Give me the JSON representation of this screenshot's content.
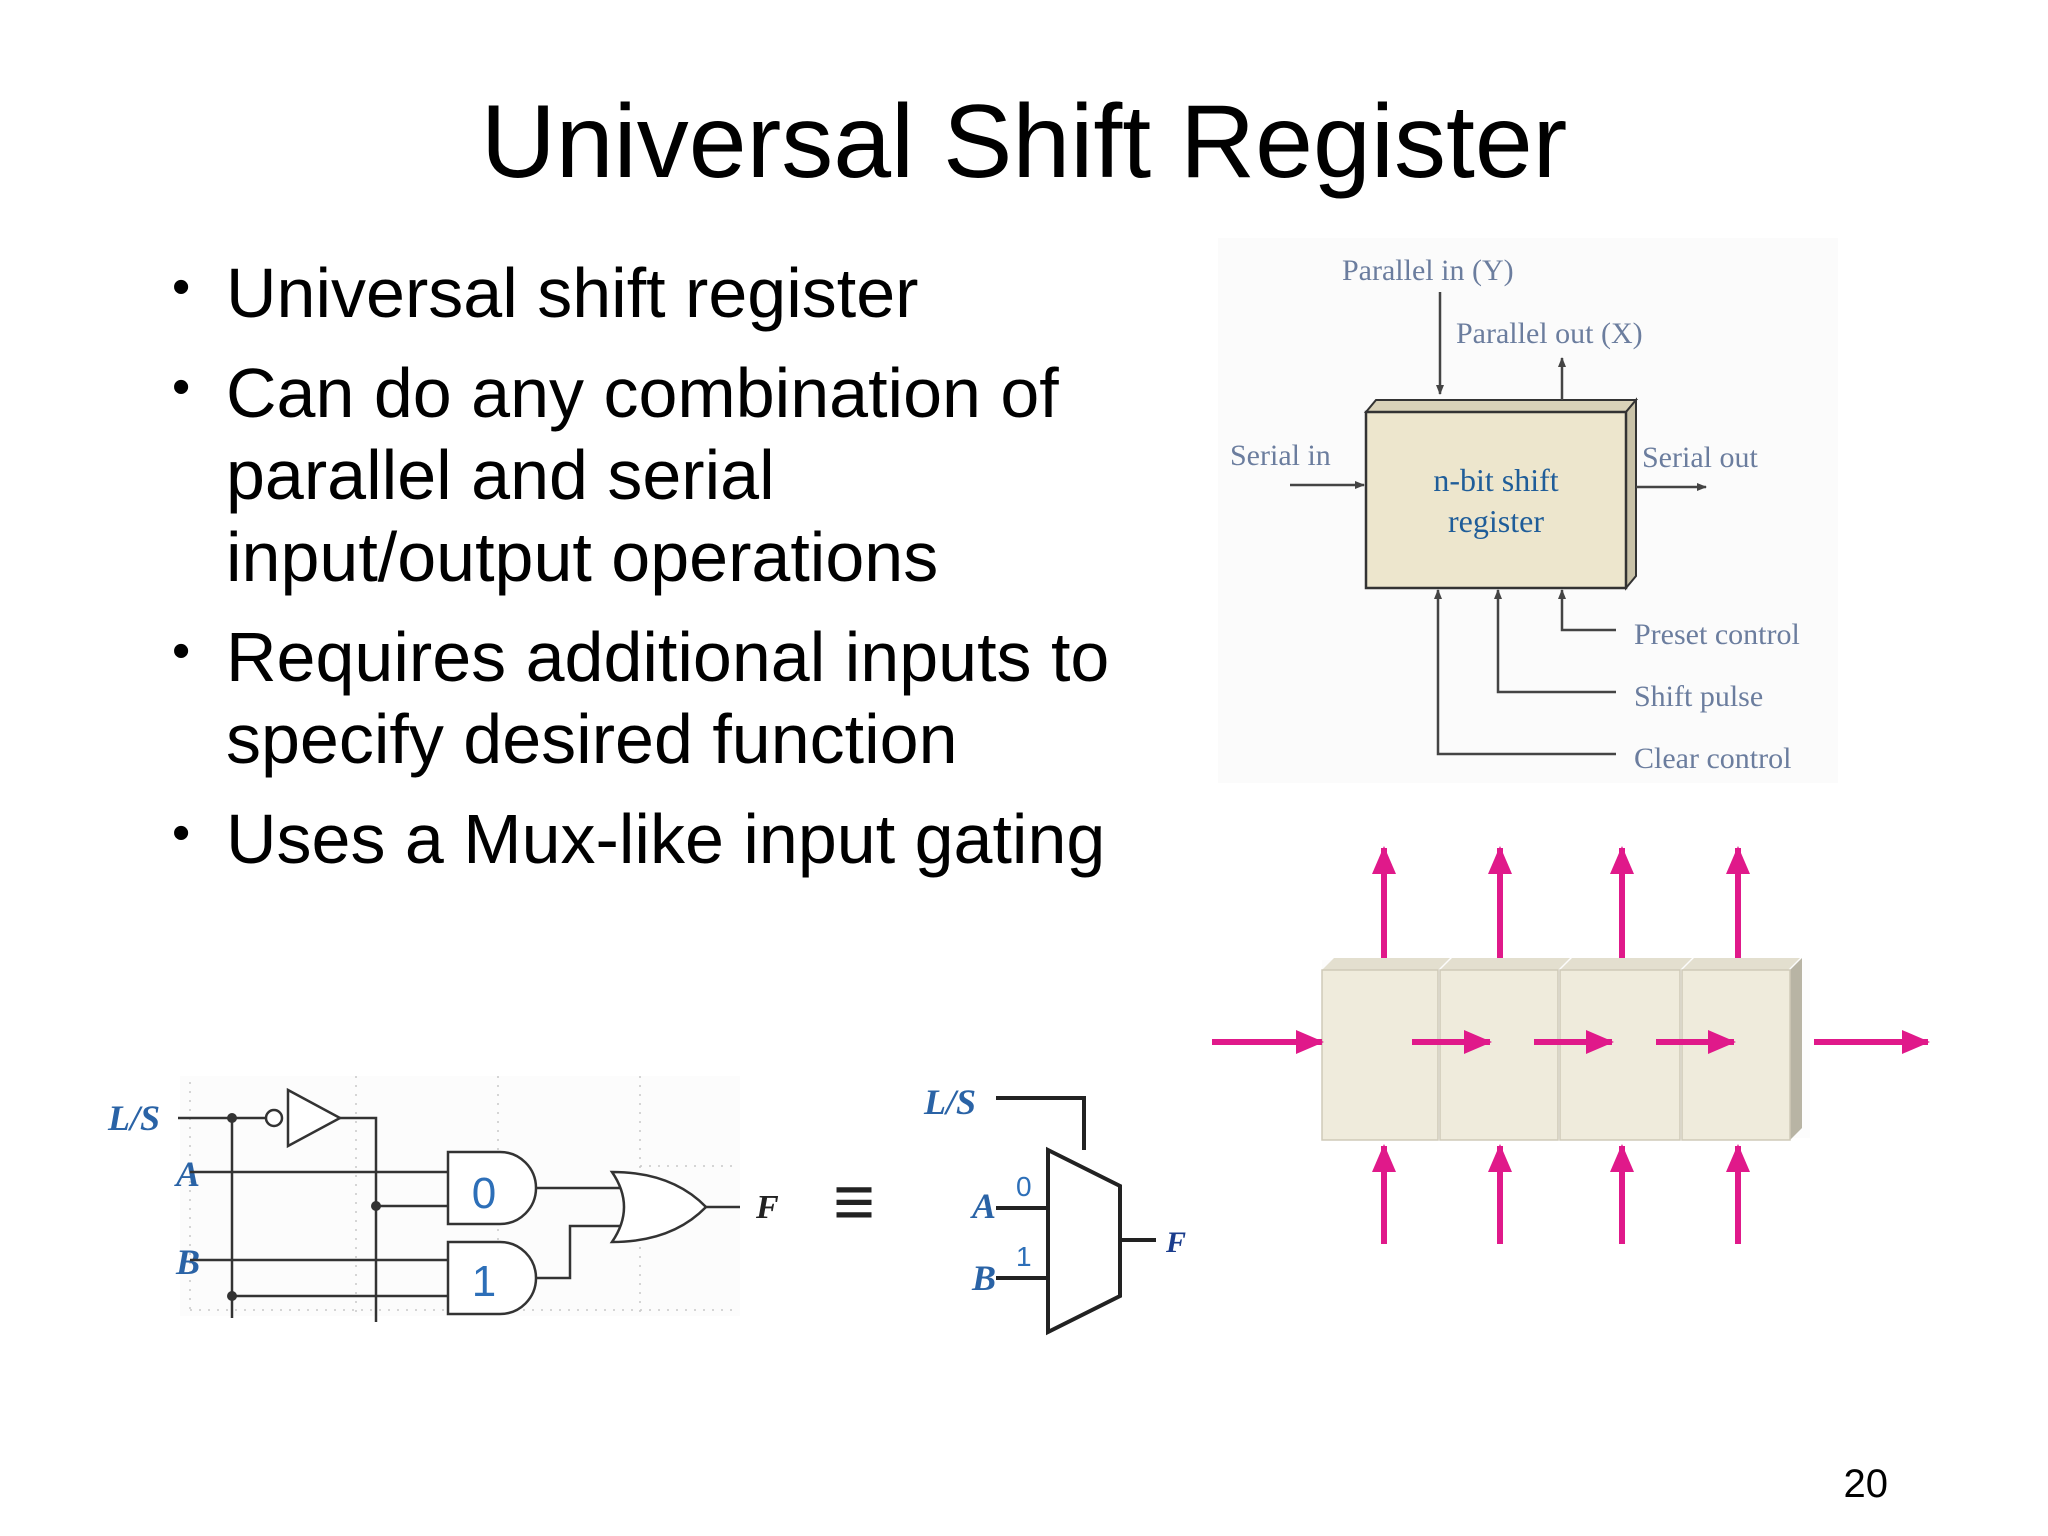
{
  "slide": {
    "title": "Universal Shift Register",
    "page_number": "20",
    "bullets": [
      "Universal shift register",
      "Can do any combination of parallel and serial input/output operations",
      "Requires additional inputs to specify desired function",
      "Uses a Mux-like input gating"
    ]
  },
  "block_diagram": {
    "parallel_in": "Parallel in (Y)",
    "parallel_out": "Parallel out (X)",
    "serial_in": "Serial in",
    "serial_out": "Serial out",
    "box_line1": "n-bit shift",
    "box_line2": "register",
    "preset_control": "Preset control",
    "shift_pulse": "Shift pulse",
    "clear_control": "Clear control"
  },
  "gate_circuit": {
    "ls_label": "L/S",
    "a_label": "A",
    "b_label": "B",
    "and0_label": "0",
    "and1_label": "1",
    "f_label": "F",
    "equiv_symbol": "≡"
  },
  "mux_symbol": {
    "ls_label": "L/S",
    "a_label": "A",
    "b_label": "B",
    "in0_label": "0",
    "in1_label": "1",
    "f_label": "F"
  },
  "colors": {
    "arrow_magenta": "#e0198a",
    "box_fill": "#ede6cd",
    "register_cell_fill": "#efebdc",
    "label_blue": "#2a63a6"
  }
}
